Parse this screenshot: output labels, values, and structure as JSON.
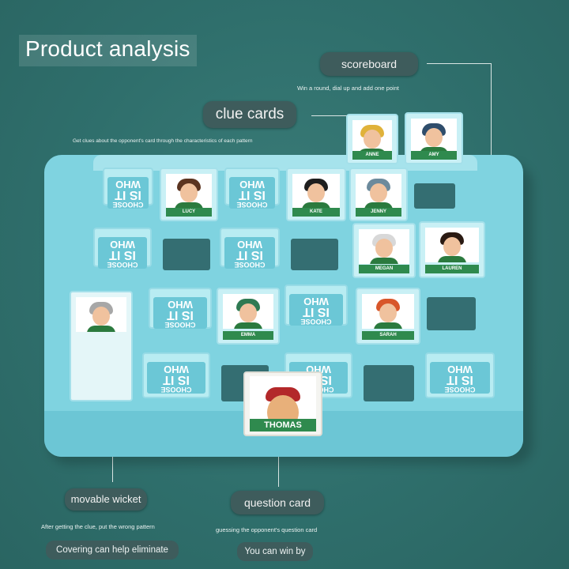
{
  "title": "Product analysis",
  "labels": {
    "scoreboard": "scoreboard",
    "scoreboard_note": "Win a round, dial up and add one point",
    "clue_cards": "clue cards",
    "clue_cards_note": "Get clues about the opponent's card through the characteristics of each pattern",
    "movable_wicket": "movable wicket",
    "movable_wicket_note1": "After getting the clue, put the wrong pattern",
    "movable_wicket_note2": "Covering can help eliminate",
    "question_card": "question card",
    "question_card_note1": "guessing the opponent's question card",
    "question_card_note2": "You can win by"
  },
  "wicket_text": {
    "line1": "CHOOSE",
    "line2": "IS IT",
    "line3": "WHO"
  },
  "cards": {
    "anne": "ANNE",
    "amy": "AMY",
    "lucy": "LUCY",
    "kate": "KATE",
    "jenny": "JENNY",
    "megan": "MEGAN",
    "lauren": "LAUREN",
    "emma": "EMMA",
    "sarah": "SARAH",
    "thomas": "THOMAS"
  },
  "colors": {
    "background": "#2f6f6c",
    "board": "#7fd3e0",
    "label_pill": "#3e5c5c",
    "name_plate": "#2f8a4e"
  }
}
